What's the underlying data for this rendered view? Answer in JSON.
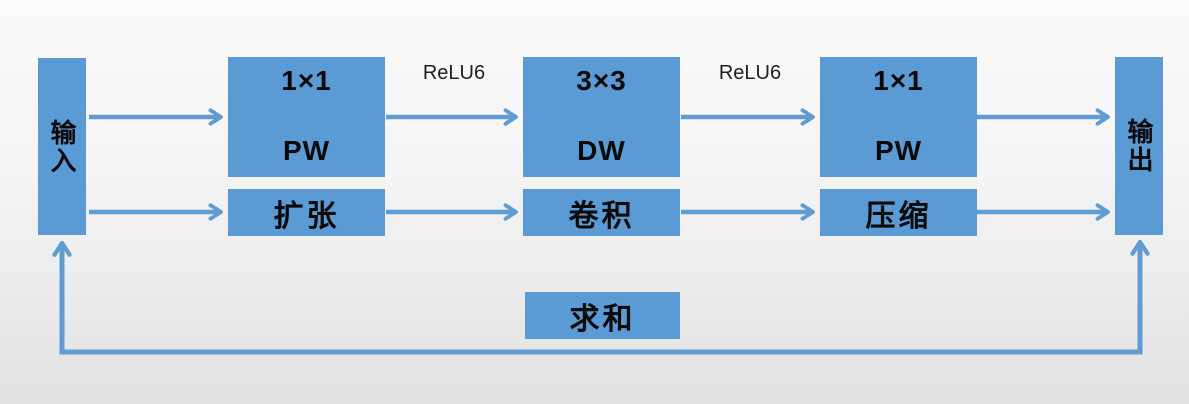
{
  "diagram": {
    "input_label": "输入",
    "output_label": "输出",
    "blocks": [
      {
        "kernel": "1×1",
        "type": "PW",
        "stage": "扩张"
      },
      {
        "kernel": "3×3",
        "type": "DW",
        "stage": "卷积"
      },
      {
        "kernel": "1×1",
        "type": "PW",
        "stage": "压缩"
      }
    ],
    "activations": [
      "ReLU6",
      "ReLU6"
    ],
    "sum_label": "求和"
  },
  "colors": {
    "box_blue": "#5b9bd5",
    "arrow_blue": "#5f9cd4",
    "text_black": "#0a0a0a",
    "relu_text": "#1f1f1f",
    "bg_top": "#fbfbfb",
    "bg_bottom": "#e1e1e1"
  }
}
